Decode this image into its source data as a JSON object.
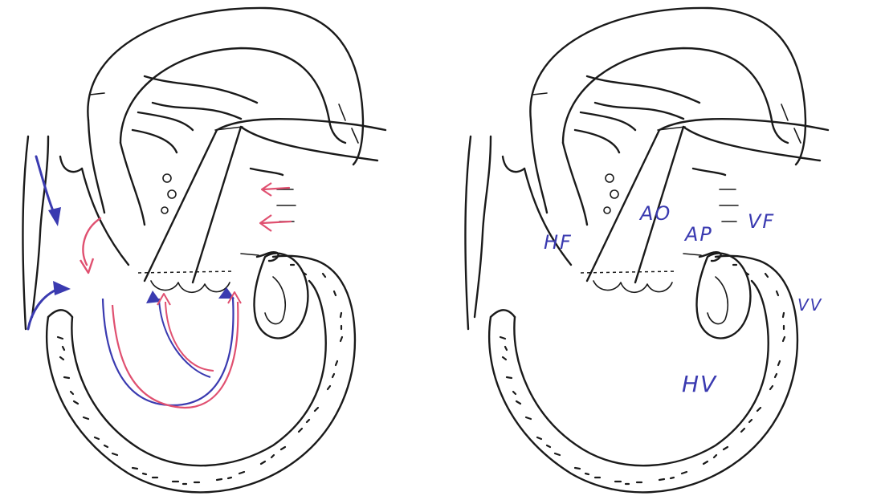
{
  "colors": {
    "ink": "#1a1a1a",
    "label": "#3a3ab0",
    "blue_arrow": "#3a3ab0",
    "red_arrow": "#e05070"
  },
  "left_panel": {
    "arrows": {
      "blue": [
        "venous-inflow-arrow-top",
        "venous-inflow-arrow-bottom",
        "ventricle-outflow-loop-blue"
      ],
      "red": [
        "pulmonary-venous-arrow-upper",
        "pulmonary-venous-arrow-lower",
        "atrial-mixing-arrow",
        "ventricle-outflow-loop-red"
      ]
    }
  },
  "right_panel": {
    "labels": {
      "hf": "HF",
      "ao": "AO",
      "ap": "AP",
      "vf": "VF",
      "hv": "HV",
      "vv": "VV"
    }
  }
}
